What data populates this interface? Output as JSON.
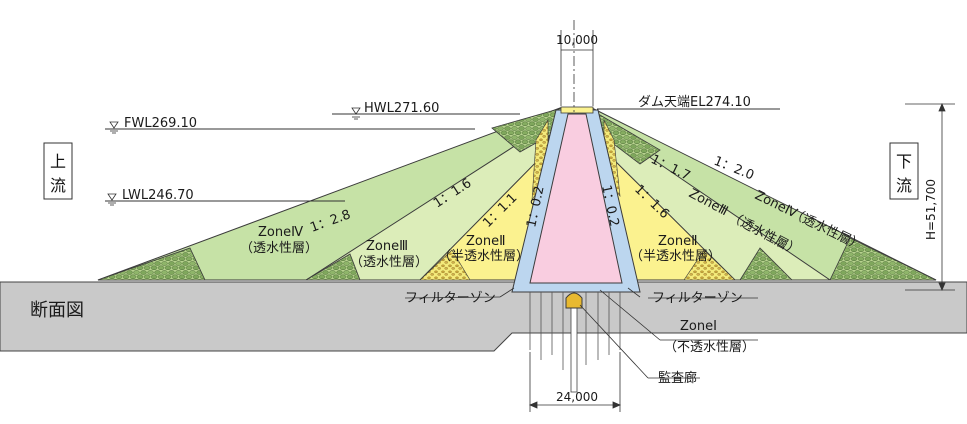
{
  "title": "断面図",
  "side_labels": {
    "upstream": [
      "上",
      "流"
    ],
    "downstream": [
      "下",
      "流"
    ]
  },
  "water_levels": {
    "fwl": "FWL269.10",
    "hwl": "HWL271.60",
    "lwl": "LWL246.70"
  },
  "crest_label": "ダム天端EL274.10",
  "dimensions": {
    "crest_width": "10,000",
    "base_width": "24,000",
    "height": "H=51,700"
  },
  "slopes": {
    "up_outer": "1：2.8",
    "up_zone3": "1：1.6",
    "up_zone2": "1：1.1",
    "core_up": "1：0.2",
    "core_down": "1：0.2",
    "down_zone2": "1：1.6",
    "down_zone3": "1：1.7",
    "down_outer": "1：2.0"
  },
  "zones": {
    "zone4_up": {
      "name": "ZoneⅣ",
      "desc": "（透水性層）"
    },
    "zone3_up": {
      "name": "ZoneⅢ",
      "desc": "（透水性層）"
    },
    "zone2_up": {
      "name": "ZoneⅡ",
      "desc": "（半透水性層）"
    },
    "zone2_down": {
      "name": "ZoneⅡ",
      "desc": "（半透水性層）"
    },
    "zone3_down": {
      "name": "ZoneⅢ",
      "desc": "（透水性層）"
    },
    "zone4_down": {
      "name": "ZoneⅣ",
      "desc": "（透水性層）"
    },
    "zone1": {
      "name": "ZoneⅠ",
      "desc": "（不透水性層）"
    }
  },
  "filter_left": "フィルターゾン",
  "filter_right": "フィルターゾン",
  "gallery": "監査廊",
  "colors": {
    "zone4": "#c6e2a6",
    "zone3": "#dcedb9",
    "zone2": "#fbf28f",
    "filter": "#bcd6ef",
    "core": "#f9cde0",
    "foundation": "#c9c9c9",
    "rock": "#9cbf74"
  }
}
